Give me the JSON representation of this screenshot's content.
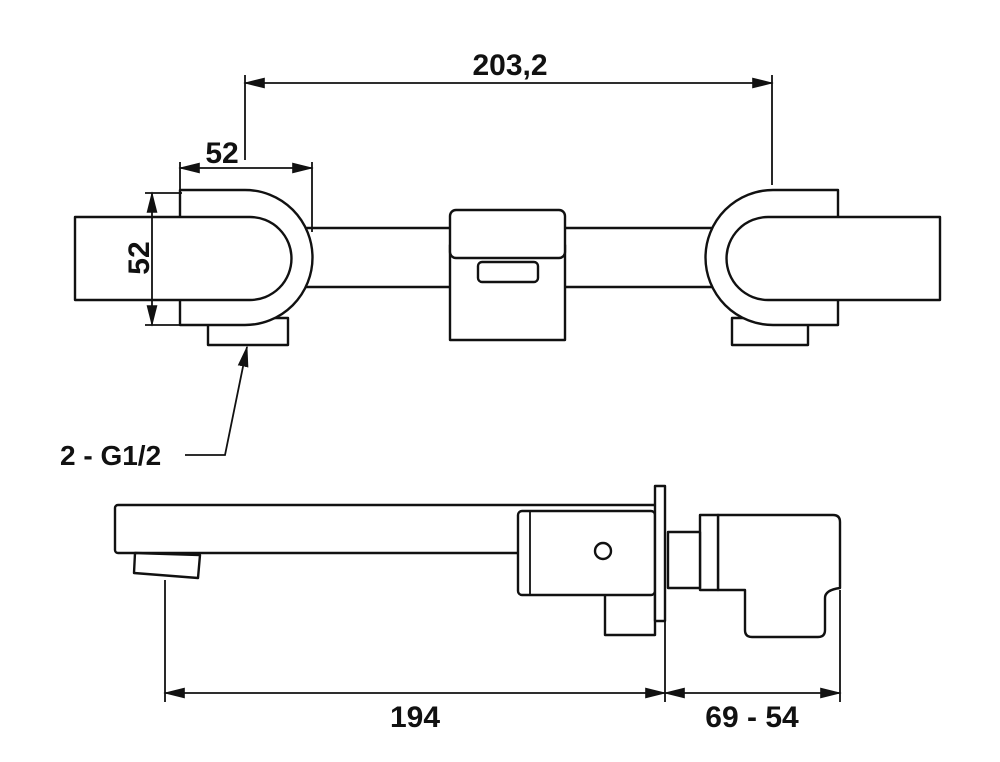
{
  "drawing": {
    "top_view": {
      "dim_center_distance": "203,2",
      "dim_handle_width": "52",
      "dim_handle_height": "52",
      "connection_label": "2 - G1/2"
    },
    "side_view": {
      "dim_spout_length": "194",
      "dim_wall_depth": "69 - 54"
    },
    "colors": {
      "line": "#111111",
      "background": "#ffffff"
    }
  }
}
